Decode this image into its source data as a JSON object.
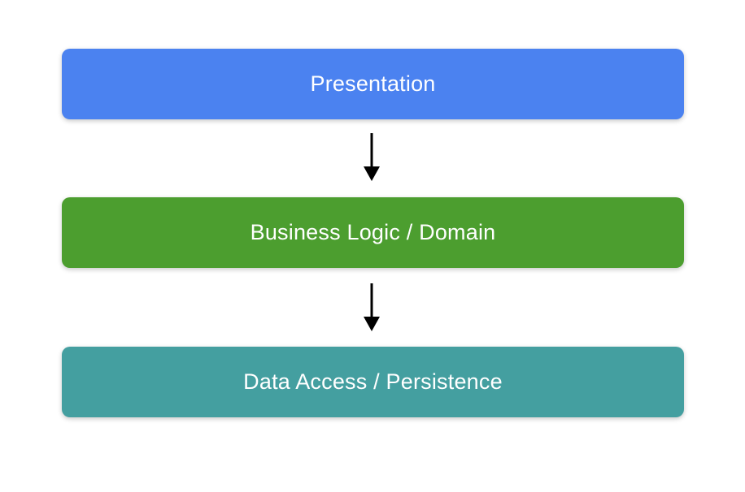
{
  "diagram": {
    "background_color": "#ffffff",
    "text_color": "#ffffff",
    "arrow_color": "#000000",
    "layers": [
      {
        "label": "Presentation",
        "color": "#4b82f0"
      },
      {
        "label": "Business Logic / Domain",
        "color": "#4c9e2f"
      },
      {
        "label": "Data Access / Persistence",
        "color": "#449fa0"
      }
    ],
    "connections": [
      {
        "from": "Presentation",
        "to": "Business Logic / Domain",
        "direction": "down"
      },
      {
        "from": "Business Logic / Domain",
        "to": "Data Access / Persistence",
        "direction": "down"
      }
    ]
  }
}
